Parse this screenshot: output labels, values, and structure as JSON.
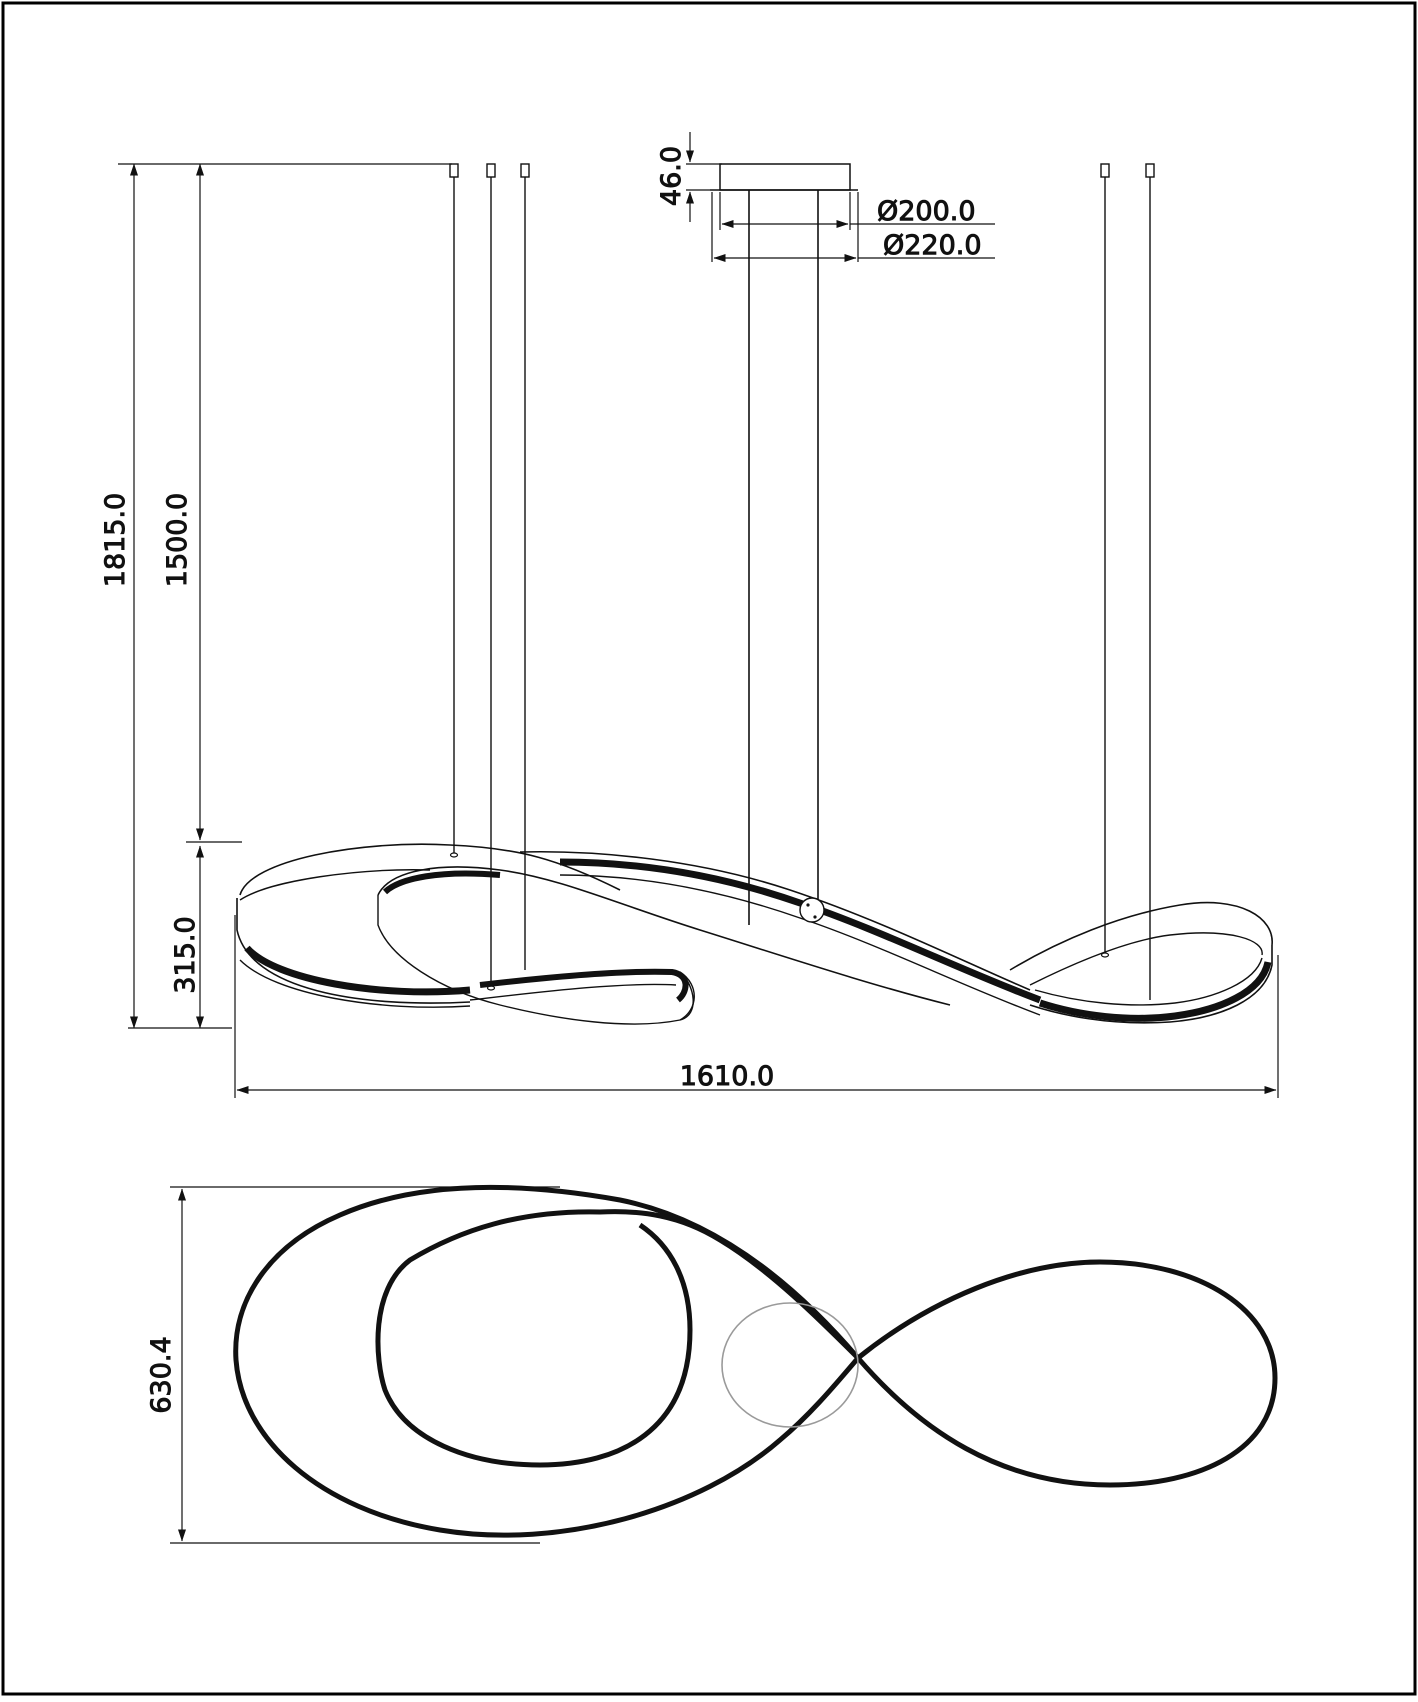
{
  "drawing": {
    "dimensions": {
      "overall_height": "1815.0",
      "cable_length": "1500.0",
      "fixture_height": "315.0",
      "overall_width": "1610.0",
      "canopy_height": "46.0",
      "canopy_inner_diameter": "Ø200.0",
      "canopy_outer_diameter": "Ø220.0",
      "top_view_depth": "630.4"
    },
    "colors": {
      "line": "#111111",
      "frame": "#000000",
      "thin_line": "#333333",
      "hub_outline": "#9a9a9a",
      "background": "#ffffff"
    }
  }
}
